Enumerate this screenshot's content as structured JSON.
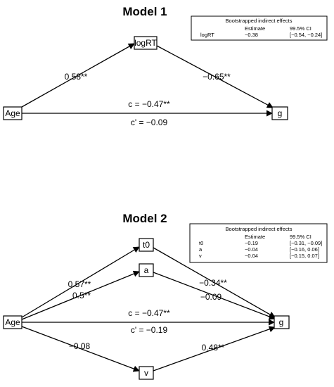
{
  "model1": {
    "title": "Model 1",
    "nodes": {
      "x": "Age",
      "m": "logRT",
      "y": "g"
    },
    "paths": {
      "a": "0.58**",
      "b": "−0.65**",
      "c": "c =  −0.47**",
      "c_prime": "c' =  −0.09"
    },
    "table": {
      "title": "Bootstrapped indirect effects",
      "headers": [
        "",
        "Estimate",
        "99.5% CI"
      ],
      "rows": [
        [
          "logRT",
          "−0.38",
          "[−0.54, −0.24]"
        ]
      ]
    }
  },
  "model2": {
    "title": "Model 2",
    "nodes": {
      "x": "Age",
      "m1": "t0",
      "m2": "a",
      "m3": "v",
      "y": "g"
    },
    "paths": {
      "a_t0": "0.57**",
      "a_a": "0.5**",
      "a_v": "−0.08",
      "b_t0": "−0.34**",
      "b_a": "−0.09",
      "b_v": "0.48**",
      "c": "c =  −0.47**",
      "c_prime": "c' =  −0.19"
    },
    "table": {
      "title": "Bootstrapped indirect effects",
      "headers": [
        "",
        "Estimate",
        "99.5% CI"
      ],
      "rows": [
        [
          "t0",
          "−0.19",
          "[−0.31, −0.09]"
        ],
        [
          "a",
          "−0.04",
          "[−0.16, 0.06]"
        ],
        [
          "v",
          "−0.04",
          "[−0.15, 0.07]"
        ]
      ]
    }
  }
}
